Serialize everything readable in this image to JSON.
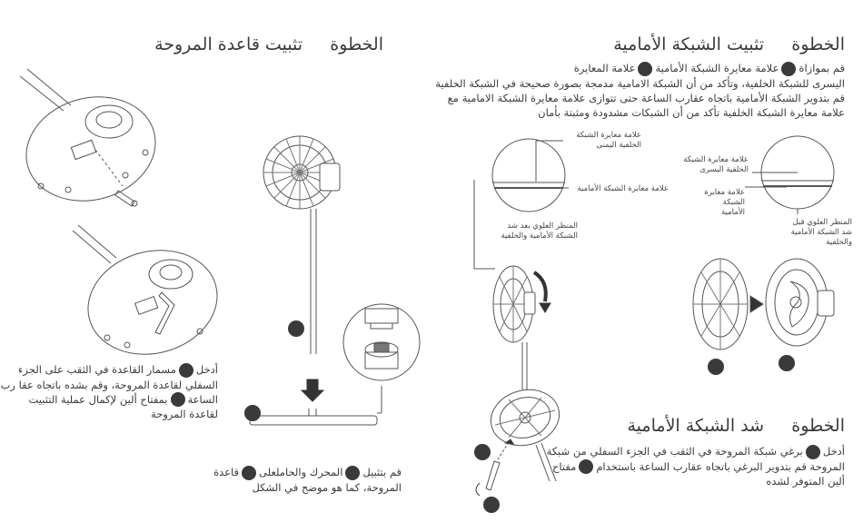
{
  "step_left": {
    "label": "الخطوة",
    "title": "تثبيت قاعدة المروحة",
    "para1": [
      "أدخل",
      "مسمار القاعدة في الثقب على الجزء السفلي لقاعدة المروحة، وقم بشده باتجاه عقا رب الساعة",
      "بمفتاح ألين لإكمال عملية التثبيت لقاعدة المروحة"
    ],
    "para2": [
      "قم بتثبيل",
      "المحرك والحاملعلى",
      "قاعدة المروحة، كما هو موضح في الشكل"
    ]
  },
  "step_right_top": {
    "label": "الخطوة",
    "title": "تثبيت الشبكة الأمامية",
    "line1": [
      "قم بموازاة",
      "علامة معايرة الشبكة الأمامية",
      "علامة المعايرة"
    ],
    "line2": "اليسرى للشبكة الخلفية، وتأكد من أن الشبكة الامامية مدمجة بصورة صحيحة في الشبكة الخلفية",
    "line3": "قم بتدوير الشبكة الأمامية باتجاه عقارب الساعة حتى تتوازى علامة معايرة الشبكة الامامية مع",
    "line4": "علامة معايرة الشبكة الخلفية  تأكد من أن الشبكات مشدودة ومثبتة بأمان"
  },
  "step_right_bottom": {
    "label": "الخطوة",
    "title": "شد الشبكة الأمامية",
    "para": [
      "أدخل",
      "برغي شبكة المروحة في الثقب في الجزء السفلي من شبكة المروحة  قم بتدوير البرغي باتجاه عقارب الساعة باستخدام",
      "مفتاح ألين المتوفر لشده"
    ]
  },
  "callouts": {
    "right_rear_left_mark": "علامة معايرة الشبكة الخلفية اليسرى",
    "right_front_mark": "علامة معايرة الشبكة الأمامية",
    "right_top_view_before": "المنظر العلوي قبل شد الشبكة الأمامية والخلفية",
    "mid_rear_right_mark": "علامة معايرة الشبكة الخلفية اليمنى",
    "mid_front_mark": "علامة معايرة الشبكة الأمامية",
    "mid_top_view_after": "المنظر العلوي بعد شد الشبكة الأمامية والخلفية"
  }
}
